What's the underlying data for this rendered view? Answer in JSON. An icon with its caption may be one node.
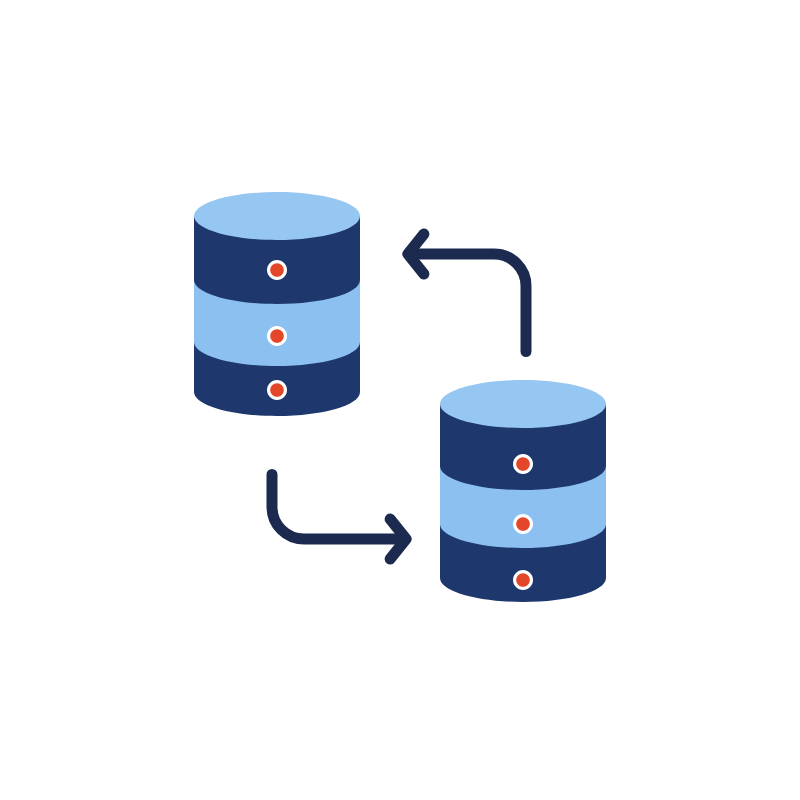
{
  "diagram": {
    "nodes": [
      {
        "text": [],
        "shape": "cylinder"
      },
      {
        "text": [],
        "shape": "cylinder"
      }
    ],
    "edges": [
      {
        "from": 1,
        "to": 0,
        "arrow": "to"
      },
      {
        "from": 0,
        "to": 1,
        "arrow": "to"
      }
    ]
  }
}
